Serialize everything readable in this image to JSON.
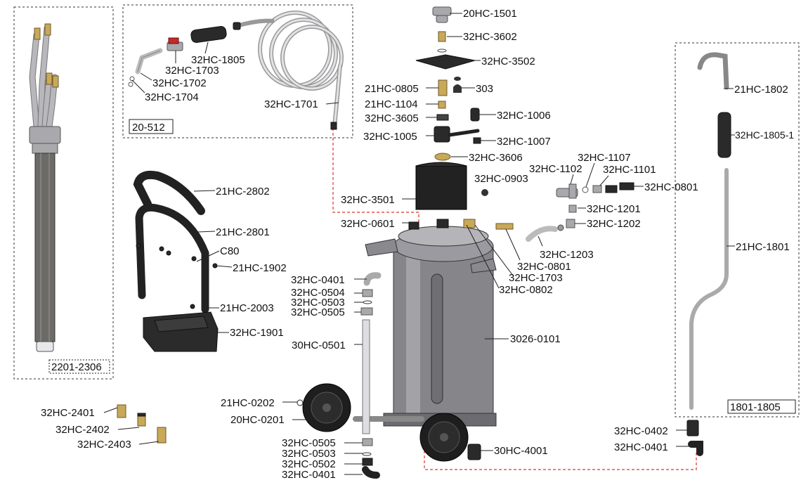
{
  "boxes": {
    "box_2201": "2201-2306",
    "box_20512": "20-512",
    "box_1801": "1801-1805"
  },
  "labels": {
    "l_20HC1501": "20HC-1501",
    "l_32HC3602": "32HC-3602",
    "l_32HC3502": "32HC-3502",
    "l_21HC0805": "21HC-0805",
    "l_303": "303",
    "l_21HC1104": "21HC-1104",
    "l_32HC3605": "32HC-3605",
    "l_32HC1006": "32HC-1006",
    "l_32HC1005": "32HC-1005",
    "l_32HC1007": "32HC-1007",
    "l_32HC3606": "32HC-3606",
    "l_32HC1107": "32HC-1107",
    "l_32HC1102": "32HC-1102",
    "l_32HC1101": "32HC-1101",
    "l_32HC0903": "32HC-0903",
    "l_32HC0801a": "32HC-0801",
    "l_32HC3501": "32HC-3501",
    "l_32HC1201": "32HC-1201",
    "l_32HC0601": "32HC-0601",
    "l_32HC1202": "32HC-1202",
    "l_32HC1203": "32HC-1203",
    "l_32HC0801b": "32HC-0801",
    "l_32HC1703b": "32HC-1703",
    "l_32HC0802": "32HC-0802",
    "l_32HC0401a": "32HC-0401",
    "l_32HC0504": "32HC-0504",
    "l_32HC0503a": "32HC-0503",
    "l_32HC0505a": "32HC-0505",
    "l_30HC0501": "30HC-0501",
    "l_30260101": "3026-0101",
    "l_21HC0202": "21HC-0202",
    "l_20HC0201": "20HC-0201",
    "l_32HC0505b": "32HC-0505",
    "l_32HC0503b": "32HC-0503",
    "l_32HC0502": "32HC-0502",
    "l_32HC0401b": "32HC-0401",
    "l_30HC4001": "30HC-4001",
    "l_32HC0402": "32HC-0402",
    "l_32HC0401c": "32HC-0401",
    "l_21HC1802": "21HC-1802",
    "l_32HC18051": "32HC-1805-1",
    "l_21HC1801": "21HC-1801",
    "l_32HC1805": "32HC-1805",
    "l_32HC1703a": "32HC-1703",
    "l_32HC1702": "32HC-1702",
    "l_32HC1704": "32HC-1704",
    "l_32HC1701": "32HC-1701",
    "l_21HC2802": "21HC-2802",
    "l_21HC2801": "21HC-2801",
    "l_C80": "C80",
    "l_21HC1902": "21HC-1902",
    "l_21HC2003": "21HC-2003",
    "l_32HC1901": "32HC-1901",
    "l_32HC2401": "32HC-2401",
    "l_32HC2402": "32HC-2402",
    "l_32HC2403": "32HC-2403"
  }
}
